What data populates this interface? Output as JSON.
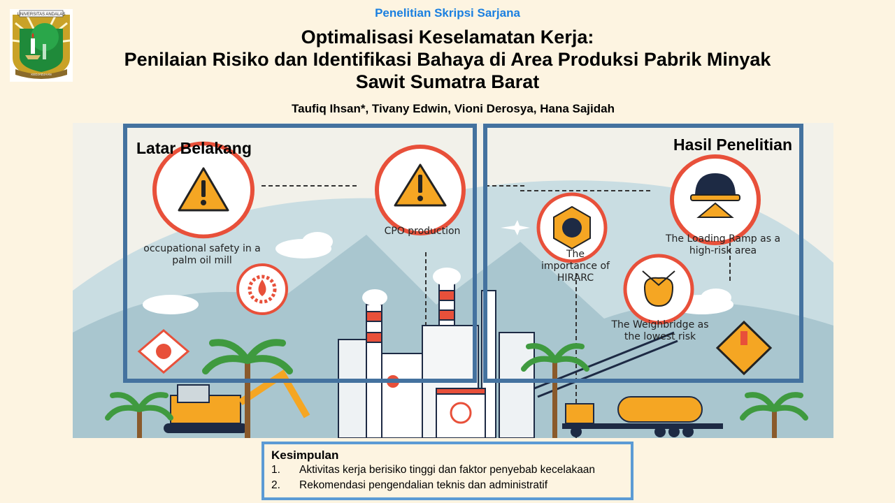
{
  "header": {
    "logo_text": "UNIVERSITAS ANDALAS",
    "logo_motto": "KEDJADJAAN",
    "subtitle": "Penelitian Skripsi Sarjana",
    "title_lines": [
      "Optimalisasi Keselamatan Kerja:",
      "Penilaian Risiko dan Identifikasi Bahaya di Area Produksi Pabrik Minyak",
      "Sawit Sumatra Barat"
    ],
    "authors": "Taufiq Ihsan*, Tivany Edwin, Vioni Derosya, Hana Sajidah"
  },
  "latar_belakang": {
    "heading": "Latar Belakang",
    "labels": [
      "occupational safety in a palm oil mill",
      "CPO production"
    ]
  },
  "hasil_penelitian": {
    "heading": "Hasil Penelitian",
    "labels": [
      "The importance of HIRARC",
      "The Loading Ramp as a high-risk area",
      "The Weighbridge as the lowest risk"
    ]
  },
  "kesimpulan": {
    "heading": "Kesimpulan",
    "items": [
      {
        "num": "1.",
        "text": "Aktivitas kerja berisiko tinggi dan faktor penyebab kecelakaan"
      },
      {
        "num": "2.",
        "text": "Rekomendasi pengendalian teknis dan administratif"
      }
    ]
  },
  "colors": {
    "background": "#fdf4e1",
    "subtitle": "#1a7fe0",
    "section_box_border": "#44729f",
    "conclusion_border": "#5b9bd5",
    "warning_red": "#e8503a",
    "warning_yellow": "#f5a623"
  }
}
